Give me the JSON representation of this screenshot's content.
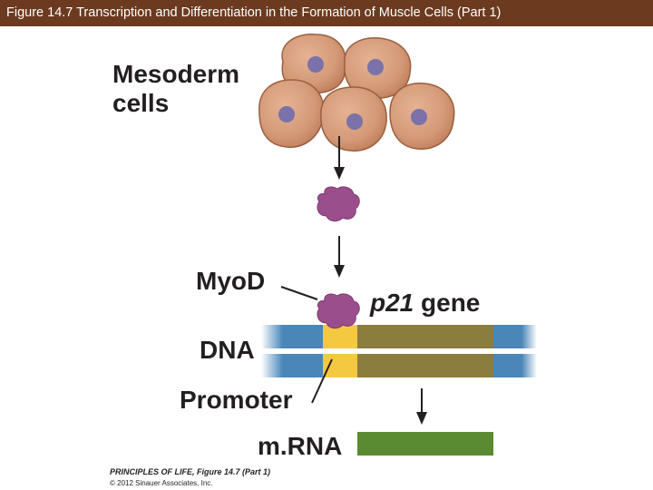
{
  "header": {
    "title": "Figure 14.7 Transcription and Differentiation in the Formation of Muscle Cells (Part 1)"
  },
  "diagram": {
    "label_mesoderm_line1": "Mesoderm",
    "label_mesoderm_line2": "cells",
    "label_myod": "MyoD",
    "label_gene_italic": "p21",
    "label_gene_rest": " gene",
    "label_dna": "DNA",
    "label_promoter": "Promoter",
    "label_mrna": "m.RNA"
  },
  "credit": {
    "line1": "PRINCIPLES OF LIFE, Figure 14.7 (Part 1)",
    "line2": "© 2012 Sinauer Associates, Inc."
  },
  "colors": {
    "header_bg": "#6b3a1f",
    "cell_fill": "#d49a78",
    "nucleus": "#7a72a8",
    "myod_protein": "#9b4e8c",
    "promoter": "#f5c842",
    "gene": "#8a7d3e",
    "dna_flank": "#4a86b8",
    "mrna": "#5a8a32"
  }
}
